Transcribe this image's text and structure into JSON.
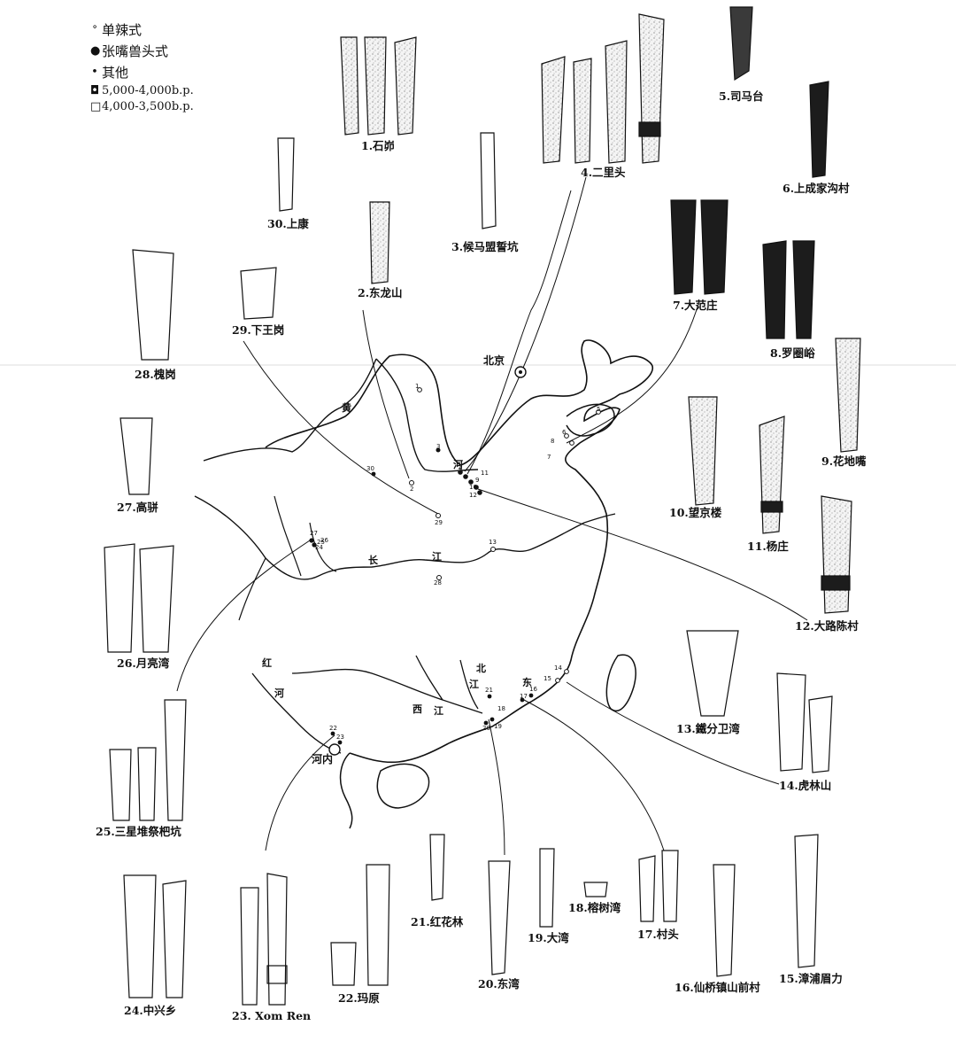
{
  "legend": {
    "items": [
      {
        "symbol": "ᐤ",
        "label": "单辣式"
      },
      {
        "symbol": "●",
        "label": "张嘴兽头式"
      },
      {
        "symbol": "•",
        "label": "其他"
      },
      {
        "symbol": "◘",
        "label": "5,000-4,000b.p."
      },
      {
        "symbol": "□",
        "label": "4,000-3,500b.p."
      }
    ]
  },
  "map_labels": {
    "beijing": "北京",
    "hanoi": "河内",
    "yellow_river": "黄",
    "he": "河",
    "chang": "长",
    "jiang": "江",
    "red_river_1": "红",
    "red_river_2": "河",
    "bei": "北",
    "jiang2": "江",
    "dong": "东",
    "xi": "西",
    "jiang3": "江"
  },
  "sites": [
    {
      "id": "1",
      "label": "1.石峁"
    },
    {
      "id": "2",
      "label": "2.东龙山"
    },
    {
      "id": "3",
      "label": "3.候马盟誓坑"
    },
    {
      "id": "4",
      "label": "4.二里头"
    },
    {
      "id": "5",
      "label": "5.司马台"
    },
    {
      "id": "6",
      "label": "6.上成家沟村"
    },
    {
      "id": "7",
      "label": "7.大范庄"
    },
    {
      "id": "8",
      "label": "8.罗圈峪"
    },
    {
      "id": "9",
      "label": "9.花地嘴"
    },
    {
      "id": "10",
      "label": "10.望京楼"
    },
    {
      "id": "11",
      "label": "11.杨庄"
    },
    {
      "id": "12",
      "label": "12.大路陈村"
    },
    {
      "id": "13",
      "label": "13.鐵分卫湾"
    },
    {
      "id": "14",
      "label": "14.虎林山"
    },
    {
      "id": "15",
      "label": "15.漳浦眉力"
    },
    {
      "id": "16",
      "label": "16.仙桥镇山前村"
    },
    {
      "id": "17",
      "label": "17.村头"
    },
    {
      "id": "18",
      "label": "18.榕树湾"
    },
    {
      "id": "19",
      "label": "19.大湾"
    },
    {
      "id": "20",
      "label": "20.东湾"
    },
    {
      "id": "21",
      "label": "21.红花林"
    },
    {
      "id": "22",
      "label": "22.玛原"
    },
    {
      "id": "23",
      "label": "23. Xom Ren"
    },
    {
      "id": "24",
      "label": "24.中兴乡"
    },
    {
      "id": "25",
      "label": "25.三星堆祭杷坑"
    },
    {
      "id": "26",
      "label": "26.月亮湾"
    },
    {
      "id": "27",
      "label": "27.高骈"
    },
    {
      "id": "28",
      "label": "28.槐岗"
    },
    {
      "id": "29",
      "label": "29.下王岗"
    },
    {
      "id": "30",
      "label": "30.上康"
    }
  ],
  "marker_numbers": [
    "1",
    "2",
    "3",
    "4",
    "5",
    "6",
    "7",
    "8",
    "9",
    "10",
    "11",
    "12",
    "13",
    "14",
    "15",
    "16",
    "17",
    "18",
    "19",
    "20",
    "21",
    "22",
    "23",
    "24",
    "25",
    "26",
    "27",
    "28",
    "29",
    "30"
  ],
  "colors": {
    "ink": "#111111",
    "speckle": "#6b6b6b",
    "dark": "#1c1c1c",
    "paper": "#ffffff"
  }
}
